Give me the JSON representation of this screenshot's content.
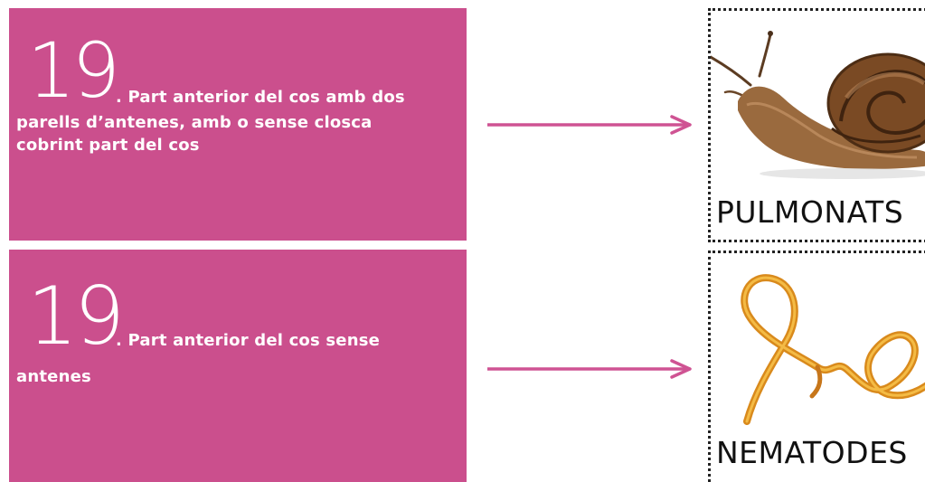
{
  "colors": {
    "clue_background": "#cb4f8d",
    "arrow": "#cf5393",
    "card_border": "#222222"
  },
  "rows": [
    {
      "number": "19",
      "clue_inline": ". Part anterior del cos amb dos",
      "clue_rest": "parells d’antenes, amb o sense closca\ncobrint part del cos",
      "answer_label": "PULMONATS",
      "picture": "snail"
    },
    {
      "number": "19",
      "clue_inline": ". Part anterior del cos sense",
      "clue_rest": "antenes",
      "answer_label": "NEMATODES",
      "picture": "roundworm"
    }
  ]
}
